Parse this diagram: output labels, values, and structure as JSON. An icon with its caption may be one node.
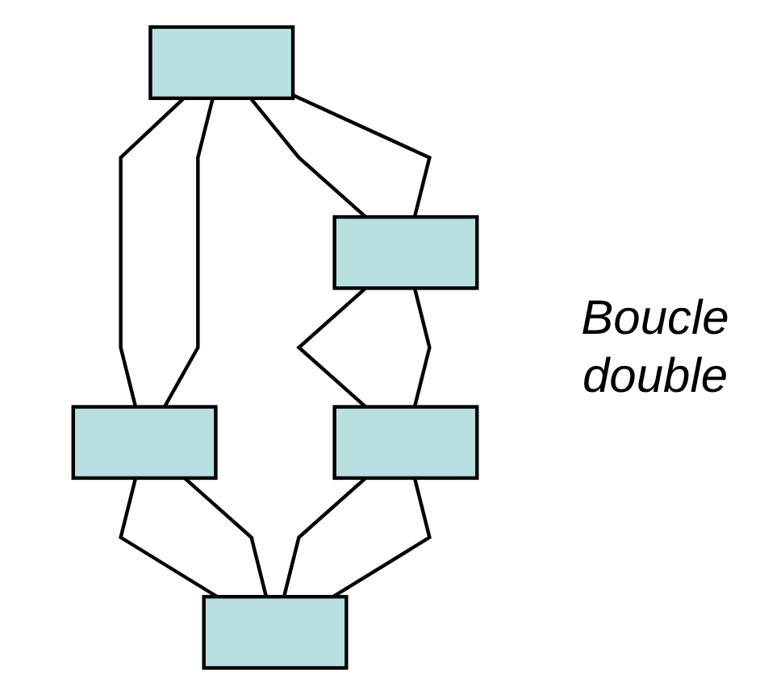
{
  "diagram": {
    "nodes": [
      {
        "text": [],
        "shape": "box"
      },
      {
        "text": [],
        "shape": "box"
      },
      {
        "text": [],
        "shape": "box"
      },
      {
        "text": [],
        "shape": "box"
      },
      {
        "text": [],
        "shape": "box"
      }
    ],
    "edges": [
      {
        "from": 0,
        "to": 1,
        "arrow": "none"
      },
      {
        "from": 0,
        "to": 1,
        "arrow": "none"
      },
      {
        "from": 0,
        "to": 2,
        "arrow": "none"
      },
      {
        "from": 0,
        "to": 2,
        "arrow": "none"
      },
      {
        "from": 1,
        "to": 3,
        "arrow": "none"
      },
      {
        "from": 1,
        "to": 3,
        "arrow": "none"
      },
      {
        "from": 2,
        "to": 4,
        "arrow": "none"
      },
      {
        "from": 2,
        "to": 4,
        "arrow": "none"
      },
      {
        "from": 3,
        "to": 4,
        "arrow": "none"
      },
      {
        "from": 3,
        "to": 4,
        "arrow": "none"
      }
    ],
    "labels": [
      "Boucle double"
    ]
  }
}
